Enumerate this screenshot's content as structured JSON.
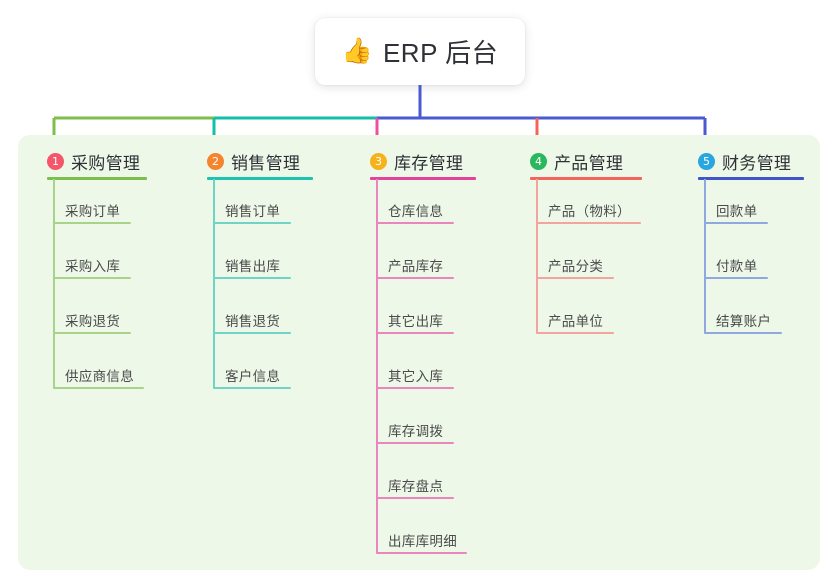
{
  "root": {
    "icon": "thumbs-up-icon",
    "icon_glyph": "👍",
    "title": "ERP 后台"
  },
  "theme": {
    "page_background": "#ffffff",
    "panel_background": "#eef8e9",
    "card_background": "#ffffff",
    "title_text": "#2f3136",
    "item_text": "#4a4a4a",
    "trunk_line": "#4a5ad0"
  },
  "columns": [
    {
      "number": "1",
      "title": "采购管理",
      "badge_color": "#f4566a",
      "line_color": "#7cbf4c",
      "sub_line_color": "#a8d38a",
      "connector_color": "#7cbf4c",
      "items": [
        "采购订单",
        "采购入库",
        "采购退货",
        "供应商信息"
      ]
    },
    {
      "number": "2",
      "title": "销售管理",
      "badge_color": "#f5842f",
      "line_color": "#1cc4b0",
      "sub_line_color": "#6fd3c6",
      "connector_color": "#14bfa8",
      "items": [
        "销售订单",
        "销售出库",
        "销售退货",
        "客户信息"
      ]
    },
    {
      "number": "3",
      "title": "库存管理",
      "badge_color": "#f6b21b",
      "line_color": "#e4439b",
      "sub_line_color": "#e987bd",
      "connector_color": "#ee4fa0",
      "items": [
        "仓库信息",
        "产品库存",
        "其它出库",
        "其它入库",
        "库存调拨",
        "库存盘点",
        "出库库明细"
      ]
    },
    {
      "number": "4",
      "title": "产品管理",
      "badge_color": "#2bb75d",
      "line_color": "#f4635c",
      "sub_line_color": "#f4a49e",
      "connector_color": "#f4635c",
      "items": [
        "产品（物料）",
        "产品分类",
        "产品单位"
      ]
    },
    {
      "number": "5",
      "title": "财务管理",
      "badge_color": "#29a5e0",
      "line_color": "#4055c8",
      "sub_line_color": "#8fa8e0",
      "connector_color": "#4a5ad0",
      "items": [
        "回款单",
        "付款单",
        "结算账户"
      ]
    }
  ]
}
